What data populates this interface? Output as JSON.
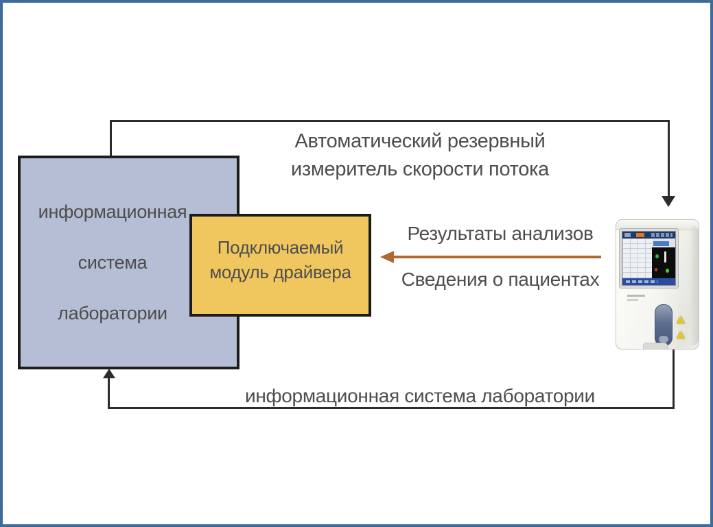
{
  "frame": {
    "border_color": "#3e6c9a",
    "background": "#ffffff"
  },
  "diagram": {
    "text_color": "#4d4d4d",
    "connector_color": "#2c2c2c",
    "top_connector_label": {
      "line1": "Автоматический резервный",
      "line2": "измеритель скорости потока"
    },
    "lis_box": {
      "fill": "#b6bed5",
      "border": "#1c1c1c",
      "lines": [
        "информационная",
        "система",
        "лаборатории"
      ]
    },
    "driver_box": {
      "fill": "#f0c75e",
      "border": "#1c1c1c",
      "lines": [
        "Подключаемый",
        "модуль драйвера"
      ]
    },
    "analyzer_flow": {
      "arrow_color": "#ad6a33",
      "direction": "left",
      "above_arrow_label": "Результаты анализов",
      "below_arrow_label": "Сведения о пациентах"
    },
    "bottom_connector_label": "информационная система лаборатории",
    "analyzer": {
      "kind": "hematology-analyzer"
    }
  }
}
